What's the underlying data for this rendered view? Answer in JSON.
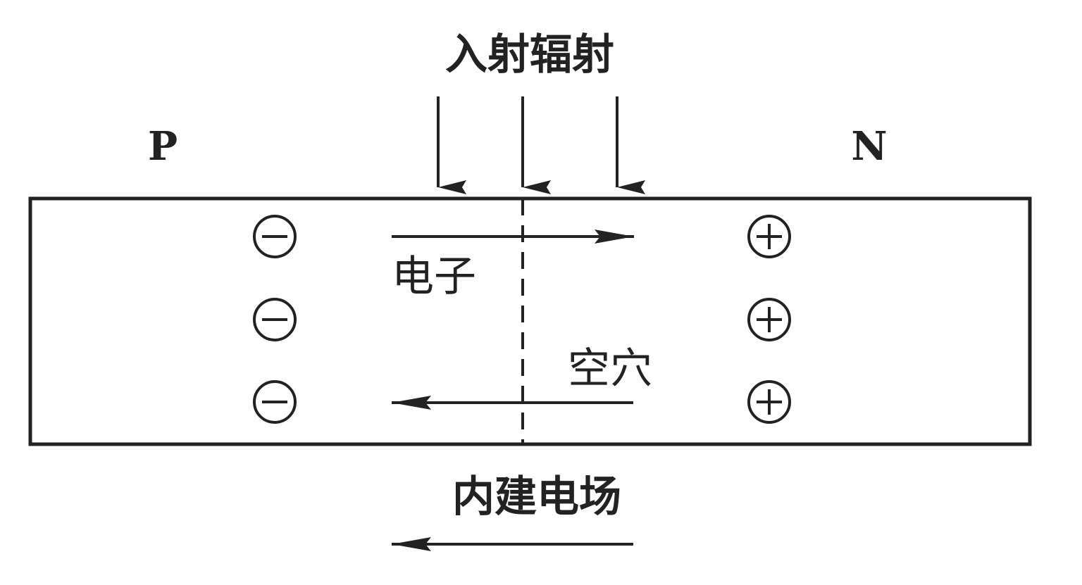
{
  "labels": {
    "incident_radiation": "入射辐射",
    "p_region": "P",
    "n_region": "N",
    "electron": "电子",
    "hole": "空穴",
    "built_in_field": "内建电场"
  },
  "symbols": {
    "negative_charge": "⊖",
    "positive_charge": "⊕"
  },
  "colors": {
    "ink": "#222222",
    "background": "#ffffff"
  }
}
